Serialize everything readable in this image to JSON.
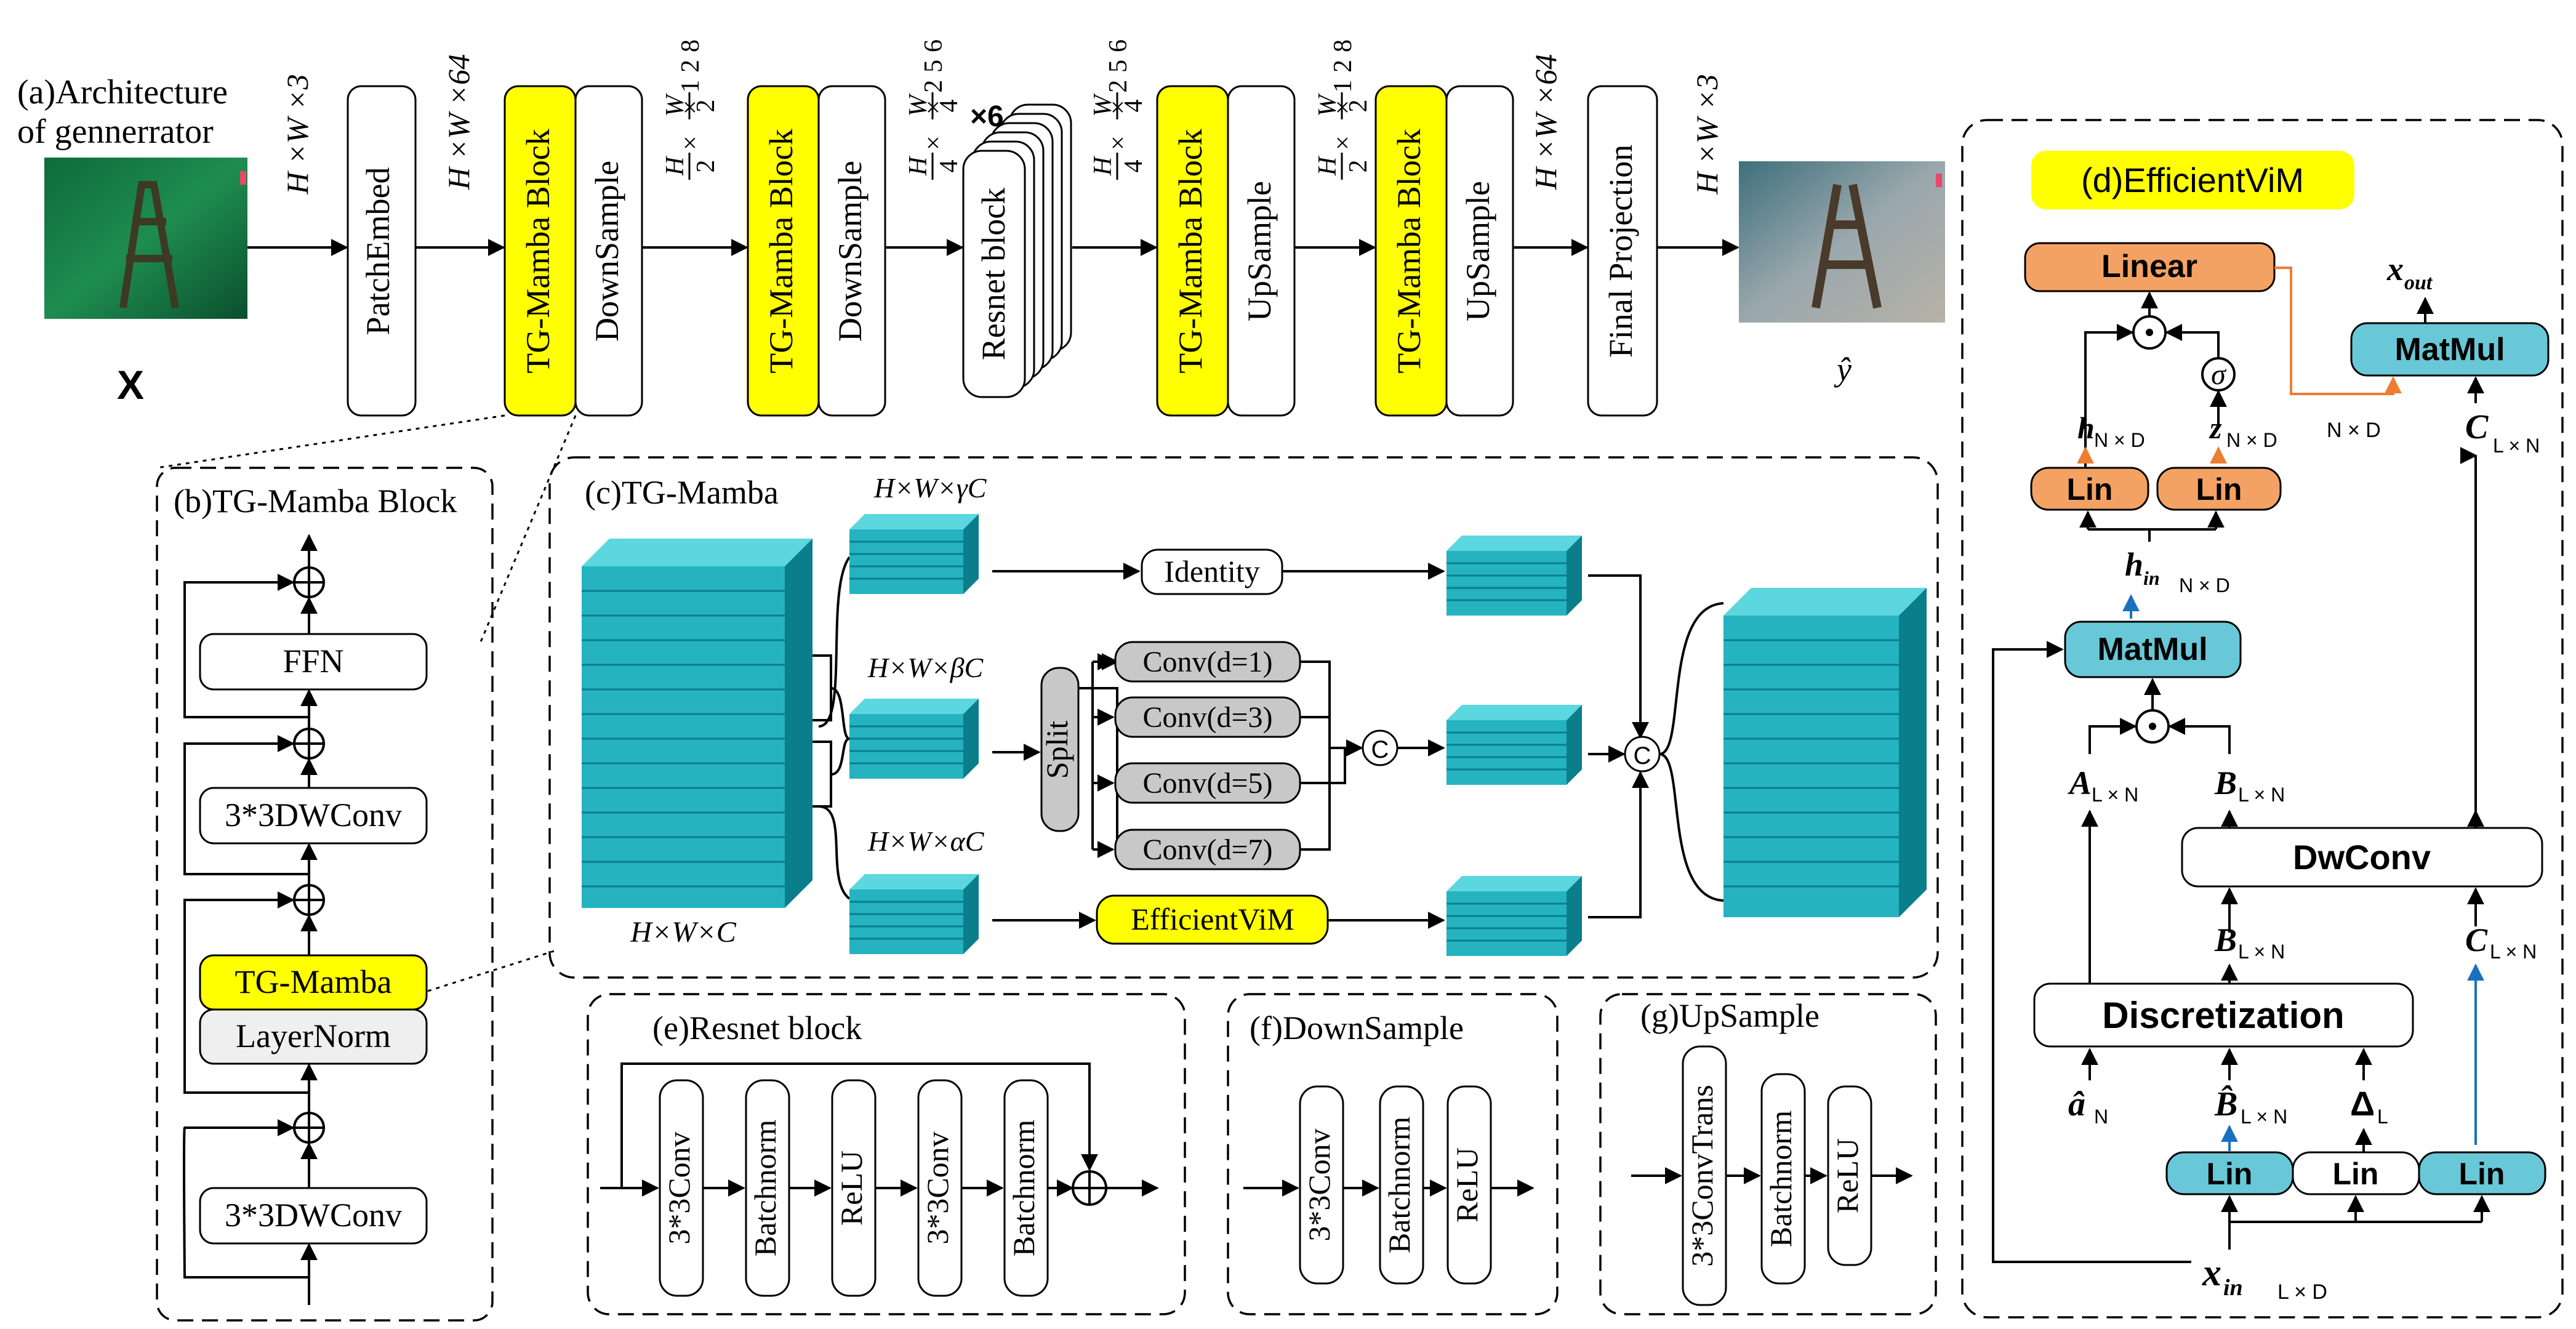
{
  "colors": {
    "yellow": "#ffff00",
    "orange": "#f4a264",
    "orange_dark": "#ed7d31",
    "cyan": "#68c8d8",
    "teal_dark": "#0a7e8a",
    "teal_face": "#25b3c0",
    "teal_top": "#5cd6df",
    "gray_box": "#c8c8c8",
    "light_box": "#efefef",
    "blue_line": "#1a6fc0"
  },
  "a": {
    "title_line1": "(a)Architecture",
    "title_line2": "of gennerrator",
    "input_label": "X",
    "output_label": "ŷ",
    "dim_hw3": "H ×W ×3",
    "dim_hw64": "H ×W ×64",
    "dim_hw128": "× ×128",
    "dim_hw256": "× ×256",
    "frac_H": "H",
    "frac_W": "W",
    "frac_2": "2",
    "frac_4": "4",
    "x6": "×6",
    "blocks": {
      "patch_embed": "PatchEmbed",
      "tg_mamba_block": "TG-Mamba Block",
      "downsample": "DownSample",
      "resnet_block": "Resnet block",
      "upsample": "UpSample",
      "final_projection": "Final Projection"
    }
  },
  "b": {
    "title": "(b)TG-Mamba Block",
    "ffn": "FFN",
    "dwconv": "3*3DWConv",
    "tg_mamba": "TG-Mamba",
    "layernorm": "LayerNorm"
  },
  "c": {
    "title": "(c)TG-Mamba",
    "dim_input": "H×W×C",
    "dim_gamma": "H×W×γC",
    "dim_beta": "H×W×βC",
    "dim_alpha": "H×W×αC",
    "identity": "Identity",
    "split": "Split",
    "conv1": "Conv(d=1)",
    "conv3": "Conv(d=3)",
    "conv5": "Conv(d=5)",
    "conv7": "Conv(d=7)",
    "concat": "C",
    "efficientvim": "EfficientViM"
  },
  "d": {
    "title": "(d)EfficientViM",
    "linear": "Linear",
    "matmul": "MatMul",
    "lin": "Lin",
    "dwconv": "DwConv",
    "discretization": "Discretization",
    "sigma": "σ",
    "x_out": "x",
    "x_out_sub": "out",
    "x_in": "x",
    "x_in_sub": "in",
    "x_in_dim": "L × D",
    "h_in": "h",
    "h_in_sub": "in",
    "h_in_dim": "N × D",
    "h": "h",
    "h_dim": "N × D",
    "z": "z",
    "z_dim": "N × D",
    "nd_label": "N × D",
    "C": "C",
    "C_dim": "L × N",
    "A": "A",
    "A_dim": "L × N",
    "B": "B",
    "B_dim": "L × N",
    "a_hat": "â",
    "a_hat_dim": "N",
    "B_hat": "B̂",
    "B_hat_dim": "L × N",
    "delta": "Δ",
    "delta_dim": "L"
  },
  "e": {
    "title": "(e)Resnet block",
    "conv": "3*3Conv",
    "batchnorm": "Batchnorm",
    "relu": "ReLU"
  },
  "f": {
    "title": "(f)DownSample",
    "conv": "3*3Conv",
    "batchnorm": "Batchnorm",
    "relu": "ReLU"
  },
  "g": {
    "title": "(g)UpSample",
    "convtrans": "3*3ConvTrans",
    "batchnorm": "Batchnorm",
    "relu": "ReLU"
  }
}
